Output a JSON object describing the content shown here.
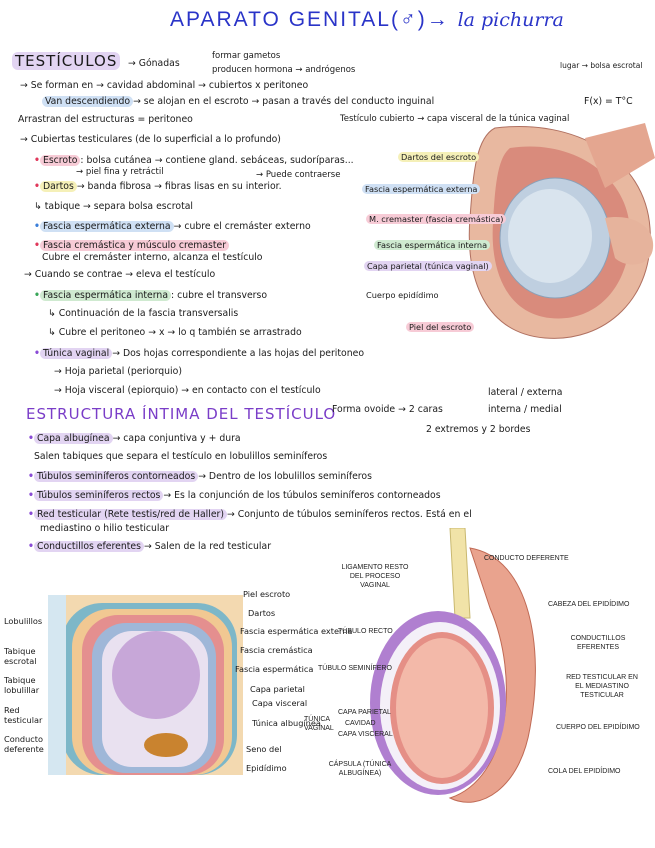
{
  "title": {
    "main": "APARATO GENITAL(♂)→",
    "sub": "la pichurra"
  },
  "testiculos": {
    "heading": "TESTÍCULOS",
    "gonadas": "→ Gónadas",
    "formar": "formar gametos",
    "producen": "producen hormona → andrógenos",
    "line1": "→ Se forman en → cavidad abdominal → cubiertos x peritoneo",
    "line2a": "Van descendiendo",
    "line2b": "→ se alojan en el escroto → pasan a través del conducto inguinal",
    "fx": "F(x) = T°C",
    "line3": "Arrastran del estructuras = peritoneo",
    "testiculo_cubierto": "Testículo cubierto → capa visceral de la túnica vaginal",
    "lugar": "lugar → bolsa escrotal",
    "line4": "→ Cubiertas testiculares (de lo superficial a lo profundo)",
    "escroto": "Escroto",
    "escroto_desc": ": bolsa cutánea → contiene gland. sebáceas, sudoríparas...",
    "escroto_desc2": "→ piel fina y retráctil",
    "dartos": "Dartos",
    "dartos_desc": "→ banda fibrosa → fibras lisas en su interior.",
    "dartos_side": "→ Puede contraerse",
    "tabique": "↳ tabique → separa bolsa escrotal",
    "fascia_ext": "Fascia espermática externa",
    "fascia_ext_desc": "→ cubre el cremáster externo",
    "fascia_crem": "Fascia cremástica y músculo cremaster",
    "fascia_crem2": "Cubre el cremáster interno, alcanza el testículo",
    "cuando": "→ Cuando se contrae → eleva el testículo",
    "fascia_int": "Fascia espermática interna",
    "fascia_int_desc": ": cubre el transverso",
    "continuacion": "↳ Continuación de la fascia transversalis",
    "cubre_perit": "↳ Cubre el peritoneo → x → lo q también se arrastrado",
    "tunica": "Túnica vaginal",
    "tunica_desc": "→ Dos hojas correspondiente a las hojas del peritoneo",
    "hoja_par": "→ Hoja parietal (periorquio)",
    "hoja_visc": "→ Hoja visceral (epiorquio) → en contacto con el testículo"
  },
  "side_labels": {
    "dartos_escroto": "Dartos del escroto",
    "fascia_ext": "Fascia espermática externa",
    "m_cremaster": "M. cremaster (fascia cremástica)",
    "fascia_int": "Fascia espermática interna",
    "capa_parietal": "Capa parietal (túnica vaginal)",
    "cuerpo_epid": "Cuerpo epidídimo",
    "piel_escroto": "Piel del escroto"
  },
  "estructura": {
    "heading": "ESTRUCTURA ÍNTIMA DEL TESTÍCULO",
    "forma": "Forma ovoide → 2 caras",
    "lateral": "lateral / externa",
    "interna": "interna / medial",
    "extremos": "2 extremos y 2 bordes",
    "capa_alb": "Capa albugínea",
    "capa_alb_desc": "→ capa conjuntiva y + dura",
    "salen": "Salen tabiques que separa el testículo en lobulillos seminíferos",
    "tub_cont": "Túbulos seminíferos contorneados",
    "tub_cont_desc": "→ Dentro de los lobulillos seminíferos",
    "tub_rect": "Túbulos seminíferos rectos",
    "tub_rect_desc": "→ Es la conjunción de los túbulos seminíferos contorneados",
    "red": "Red testicular (Rete testis/red de Haller)",
    "red_desc": "→ Conjunto de túbulos seminíferos rectos. Está en el",
    "red_desc2": "mediastino o hilio testicular",
    "cond": "Conductillos eferentes",
    "cond_desc": "→ Salen de la red testicular"
  },
  "diagram_left": {
    "lobulillos": "Lobulillos",
    "tabique_escrotal": "Tabique escrotal",
    "tabique_lob": "Tabique lobulillar",
    "red_test": "Red testicular",
    "conducto_def": "Conducto deferente",
    "piel_escroto": "Piel escroto",
    "dartos": "Dartos",
    "fascia_ext": "Fascia espermática externa",
    "fascia_crem": "Fascia cremástica",
    "fascia_int": "Fascia espermática",
    "capa_par": "Capa parietal",
    "capa_visc": "Capa visceral",
    "tunica_alb": "Túnica albugínea",
    "seno": "Seno del",
    "epid": "Epidídimo"
  },
  "diagram_right": {
    "conducto_def": "CONDUCTO DEFERENTE",
    "ligamento": "LIGAMENTO RESTO DEL PROCESO VAGINAL",
    "cabeza": "CABEZA DEL EPIDÍDIMO",
    "tubulo_recto": "TÚBULO RECTO",
    "conductillos": "CONDUCTILLOS EFERENTES",
    "tubulo_sem": "TÚBULO SEMINÍFERO",
    "red_test": "RED TESTICULAR EN EL MEDIASTINO TESTICULAR",
    "tunica_vag": "TÚNICA VAGINAL",
    "capa_par": "CAPA PARIETAL",
    "cavidad": "CAVIDAD",
    "capa_visc": "CAPA VISCERAL",
    "cuerpo": "CUERPO DEL EPIDÍDIMO",
    "capsula": "CÁPSULA (TÚNICA ALBUGÍNEA)",
    "cola": "COLA DEL EPIDÍDIMO"
  }
}
